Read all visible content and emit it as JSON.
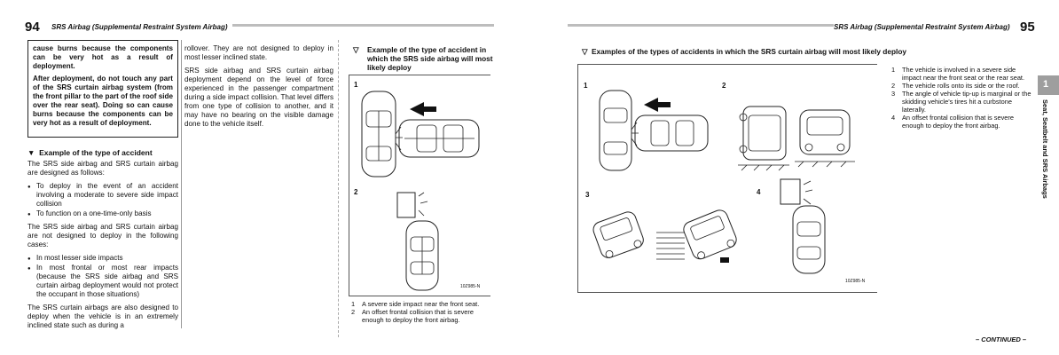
{
  "left_page": {
    "page_number": "94",
    "header_title": "SRS Airbag (Supplemental Restraint System Airbag)",
    "warning_paragraphs": [
      "cause burns because the components can be very hot as a result of deployment.",
      "After deployment, do not touch any part of the SRS curtain airbag system (from the front pillar to the part of the roof side over the rear seat). Doing so can cause burns because the components can be very hot as a result of deployment."
    ],
    "section_title": "Example of the type of accident",
    "para1": "The SRS side airbag and SRS curtain airbag are designed as follows:",
    "bullets1": [
      "To deploy in the event of an accident involving a moderate to severe side impact collision",
      "To function on a one-time-only basis"
    ],
    "para2": "The SRS side airbag and SRS curtain airbag are not designed to deploy in the following cases:",
    "bullets2": [
      "In most lesser side impacts",
      "In most frontal or most rear impacts (because the SRS side airbag and SRS curtain airbag deployment would not protect the occupant in those situations)"
    ],
    "para3": "The SRS curtain airbags are also designed to deploy when the vehicle is in an extremely inclined state such as during a",
    "col2_para1": "rollover. They are not designed to deploy in most lesser inclined state.",
    "col2_para2": "SRS side airbag and SRS curtain airbag deployment depend on the level of force experienced in the passenger compartment during a side impact collision. That level differs from one type of collision to another, and it may have no bearing on the visible damage done to the vehicle itself.",
    "side_box": {
      "title": "Example of the type of accident in which the SRS side airbag will most likely deploy",
      "fig1_label": "1",
      "fig2_label": "2",
      "code": "10Z985-N",
      "captions": [
        {
          "n": "1",
          "text": "A severe side impact near the front seat."
        },
        {
          "n": "2",
          "text": "An offset frontal collision that is severe enough to deploy the front airbag."
        }
      ]
    }
  },
  "right_page": {
    "page_number": "95",
    "header_title": "SRS Airbag (Supplemental Restraint System Airbag)",
    "box_title": "Examples of the types of accidents in which the SRS curtain airbag will most likely deploy",
    "fig_labels": [
      "1",
      "2",
      "3",
      "4"
    ],
    "code": "10Z985-N",
    "captions": [
      {
        "n": "1",
        "text": "The vehicle is involved in a severe side impact near the front seat or the rear seat."
      },
      {
        "n": "2",
        "text": "The vehicle rolls onto its side or the roof."
      },
      {
        "n": "3",
        "text": "The angle of vehicle tip-up is marginal or the skidding vehicle’s tires hit a curbstone laterally."
      },
      {
        "n": "4",
        "text": "An offset frontal collision that is severe enough to deploy the front airbag."
      }
    ],
    "continued": "– CONTINUED –",
    "tab_number": "1",
    "side_label": "Seat, Seatbelt and SRS Airbags"
  }
}
